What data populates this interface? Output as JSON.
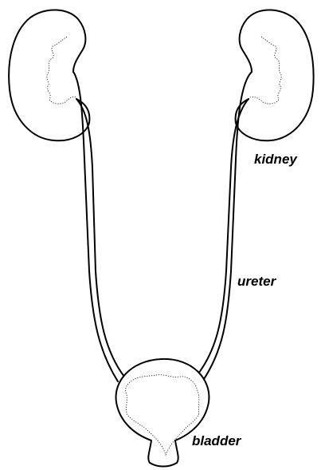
{
  "labels": {
    "kidney": "kidney",
    "ureter": "ureter",
    "bladder": "bladder"
  },
  "colors": {
    "stroke": "#000000",
    "fill": "#ffffff"
  }
}
